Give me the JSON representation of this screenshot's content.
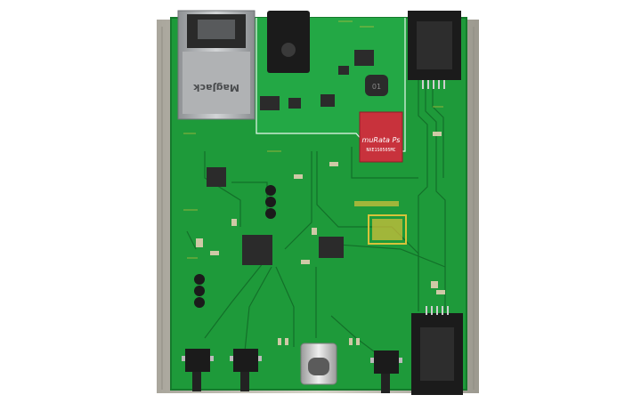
{
  "photo": {
    "subject": "",
    "colors": {
      "background": "#ffffff",
      "metal_plate": "#c9c6bb",
      "board_green": "#1e9a3a",
      "board_green_dark": "#157a2c",
      "copper_pour": "#23a845",
      "trace": "#137029",
      "silkscreen_gold": "#d8c23a",
      "chip": "#2b2b2b",
      "connector_black": "#1b1b1b",
      "rj45_silver": "#b9bbbd",
      "module_red": "#c8323c",
      "usbc_silver": "#c8c8c8"
    }
  },
  "labels": {
    "module_brand": "muRata Ps",
    "module_part": "NXE1S0505MC",
    "rj45_brand": "MagJack"
  }
}
